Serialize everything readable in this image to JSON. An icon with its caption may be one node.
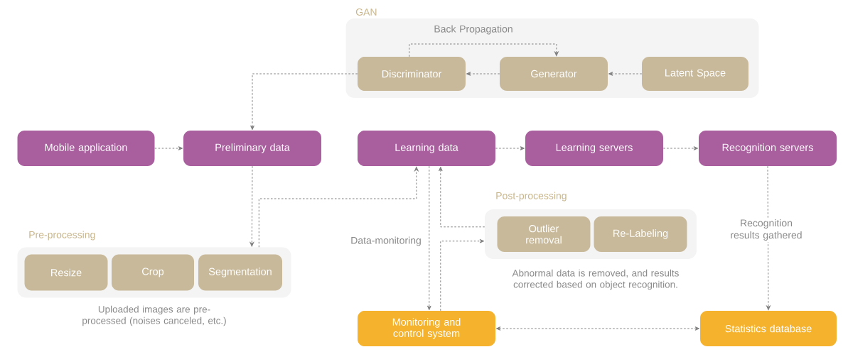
{
  "diagram": {
    "nodes": [
      {
        "text": [
          "GAN"
        ]
      },
      {
        "text": [
          "Discriminator"
        ],
        "in": 0
      },
      {
        "text": [
          "Generator"
        ],
        "in": 0
      },
      {
        "text": [
          "Latent Space"
        ],
        "in": 0
      },
      {
        "text": [
          "Mobile application"
        ]
      },
      {
        "text": [
          "Preliminary data"
        ]
      },
      {
        "text": [
          "Learning data"
        ]
      },
      {
        "text": [
          "Learning servers"
        ]
      },
      {
        "text": [
          "Recognition servers"
        ]
      },
      {
        "text": [
          "Pre-processing"
        ],
        "beside": [
          "Uploaded images are pre-processed (noises canceled, etc.)"
        ]
      },
      {
        "text": [
          "Resize"
        ],
        "in": 9
      },
      {
        "text": [
          "Crop"
        ],
        "in": 9
      },
      {
        "text": [
          "Segmentation"
        ],
        "in": 9
      },
      {
        "text": [
          "Post-processing"
        ],
        "beside": [
          "Abnormal data is removed, and results corrected based on object recognition."
        ]
      },
      {
        "text": [
          "Outlier removal"
        ],
        "in": 13
      },
      {
        "text": [
          "Re-Labeling"
        ],
        "in": 13
      },
      {
        "text": [
          "Monitoring and control system"
        ]
      },
      {
        "text": [
          "Statistics database"
        ]
      }
    ],
    "edges": [
      {
        "from": 3,
        "to": 2,
        "arrow": "to"
      },
      {
        "from": 2,
        "to": 1,
        "arrow": "to"
      },
      {
        "from": 1,
        "to": 2,
        "arrow": "to",
        "label": "Back Propagation"
      },
      {
        "from": 1,
        "to": 5,
        "arrow": "to"
      },
      {
        "from": 4,
        "to": 5,
        "arrow": "to"
      },
      {
        "from": 5,
        "to": 9,
        "arrow": "to"
      },
      {
        "from": 9,
        "to": 6,
        "arrow": "to"
      },
      {
        "from": 6,
        "to": 7,
        "arrow": "to"
      },
      {
        "from": 7,
        "to": 8,
        "arrow": "to"
      },
      {
        "from": 6,
        "to": 16,
        "arrow": "to",
        "label": "Data-monitoring"
      },
      {
        "from": 16,
        "to": 13,
        "arrow": "to"
      },
      {
        "from": 13,
        "to": 6,
        "arrow": "to"
      },
      {
        "from": 8,
        "to": 17,
        "arrow": "to",
        "label": "Recognition results gathered"
      },
      {
        "from": 16,
        "to": 17,
        "arrow": "both"
      }
    ]
  }
}
